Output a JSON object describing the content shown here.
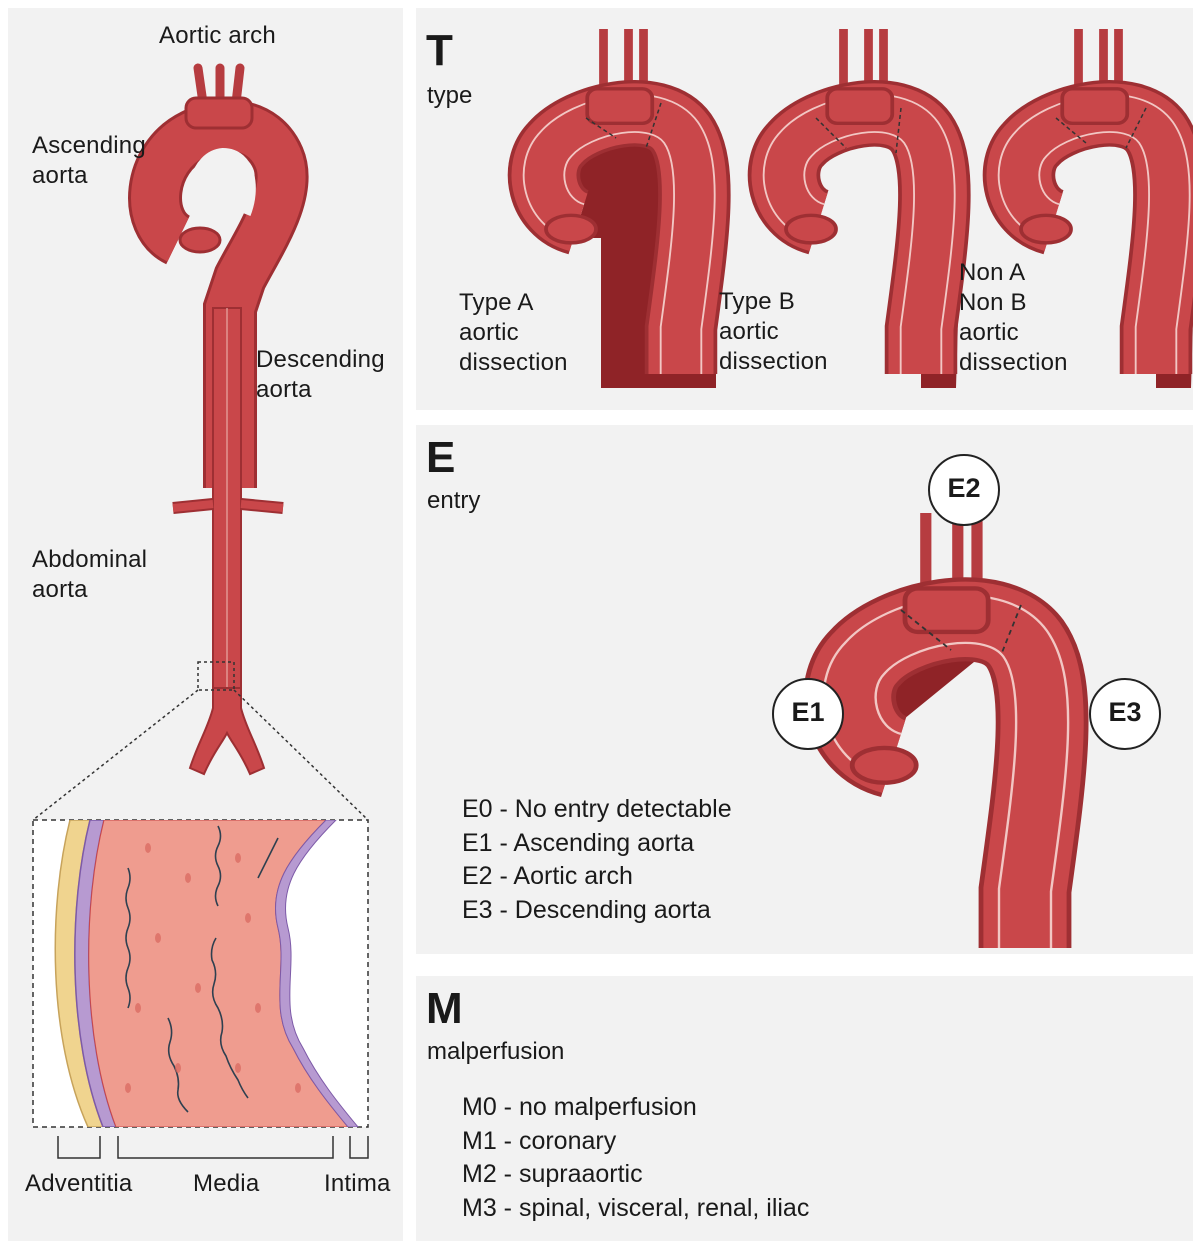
{
  "anatomy": {
    "aortic_arch": "Aortic arch",
    "ascending": "Ascending\naorta",
    "descending": "Descending\naorta",
    "abdominal": "Abdominal\naorta",
    "layers": [
      "Adventitia",
      "Media",
      "Intima"
    ]
  },
  "type_section": {
    "letter": "T",
    "word": "type",
    "variants": [
      "Type A\naortic\ndissection",
      "Type B\naortic\ndissection",
      "Non A\nNon B\naortic\ndissection"
    ]
  },
  "entry_section": {
    "letter": "E",
    "word": "entry",
    "badges": [
      "E1",
      "E2",
      "E3"
    ],
    "items": [
      "E0 - No entry detectable",
      "E1 - Ascending aorta",
      "E2 - Aortic arch",
      "E3 - Descending aorta"
    ]
  },
  "malperfusion_section": {
    "letter": "M",
    "word": "malperfusion",
    "items": [
      "M0 - no malperfusion",
      "M1 - coronary",
      "M2 - supraaortic",
      "M3 - spinal, visceral, renal, iliac"
    ]
  },
  "colors": {
    "aorta": "#c9474a",
    "aorta_outline": "#9e2f33",
    "dissection": "#8f2327",
    "lumen_line": "#f2c7c4",
    "adventitia": "#f0d48f",
    "media": "#ef9c8f",
    "intima": "#b79ad1"
  }
}
